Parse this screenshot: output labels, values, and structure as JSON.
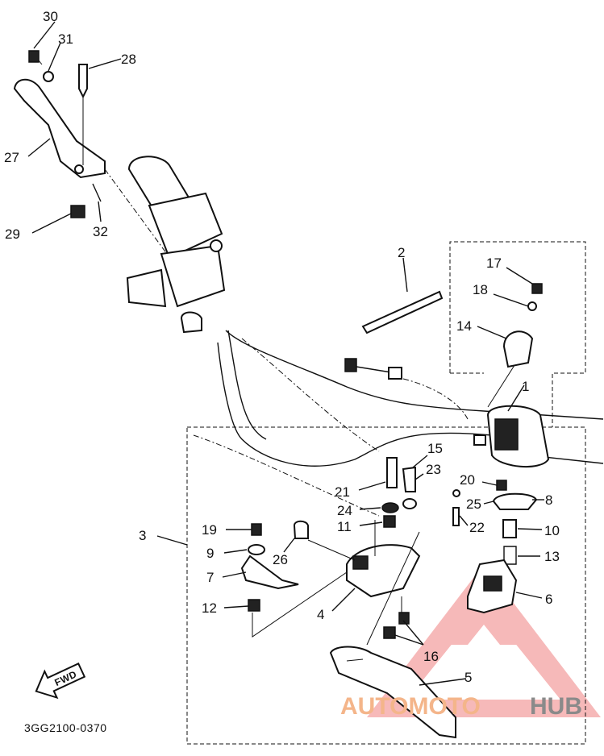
{
  "diagram": {
    "labels": [
      "30",
      "31",
      "28",
      "27",
      "29",
      "32",
      "2",
      "17",
      "18",
      "14",
      "1",
      "15",
      "23",
      "21",
      "24",
      "11",
      "20",
      "25",
      "8",
      "22",
      "10",
      "13",
      "3",
      "19",
      "9",
      "26",
      "7",
      "12",
      "4",
      "6",
      "16",
      "5"
    ],
    "drawing_code": "3GG2100-0370",
    "fwd_arrow": "FWD",
    "watermark": {
      "prefix": "AUTOMOTO",
      "suffix": "HUB"
    },
    "colors": {
      "ink": "#111111",
      "watermark_orange": "#f4b58a",
      "watermark_grey": "#8a8a8a",
      "watermark_red": "#f08080"
    }
  }
}
